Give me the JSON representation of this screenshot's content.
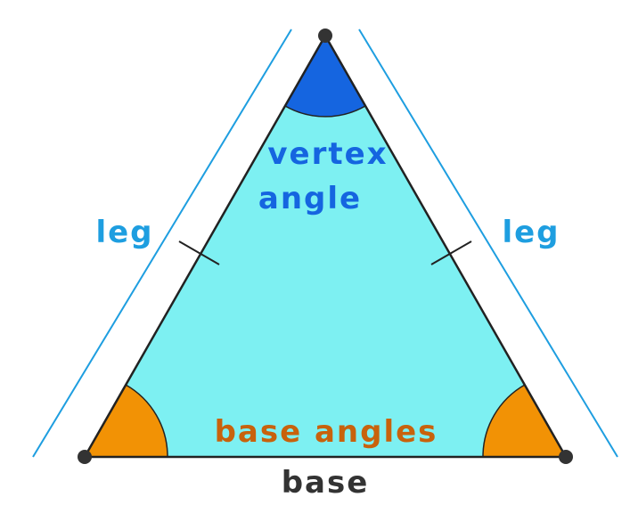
{
  "labels": {
    "vertex_line1": "vertex",
    "vertex_line2": "angle",
    "leg_left": "leg",
    "leg_right": "leg",
    "base_angles": "base angles",
    "base": "base"
  },
  "colors": {
    "fill": "#7df0f2",
    "outline": "#222222",
    "vertex_angle": "#1565e0",
    "base_angle": "#f29205",
    "leg_lines": "#1e9ee0",
    "leg_text": "#1e9ee0",
    "vertex_text": "#1565e0",
    "base_angles_text": "#c8620c",
    "base_text": "#333333",
    "points": "#333333"
  },
  "icons": {
    "vertex_point": "dot",
    "base_left_point": "dot",
    "base_right_point": "dot"
  }
}
